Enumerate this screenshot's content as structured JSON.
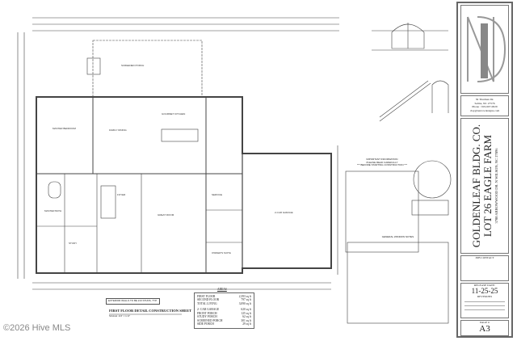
{
  "plan": {
    "rooms": [
      "SCREENED PORCH",
      "MASTER BEDROOM",
      "FAMILY DINING",
      "GOURMET KITCHEN",
      "MASTER BATH",
      "STUDY",
      "FOYER",
      "GREAT ROOM",
      "SERVICE",
      "2-CAR GARAGE",
      "OWNER'S SUITE"
    ],
    "wall_note": "EXTERIOR WALLS TO BE 2x6 STUDS, TYP.",
    "sheet_title": "FIRST FLOOR DETAIL CONSTRUCTION SHEET",
    "scale": "SCALE: 1/4\" = 1'-0\""
  },
  "areas": {
    "title": "AREAS",
    "rows": [
      {
        "label": "FIRST FLOOR",
        "value": "2,393 sq ft"
      },
      {
        "label": "SECOND FLOOR",
        "value": "797 sq ft"
      },
      {
        "label": "TOTAL LIVING",
        "value": "3,090 sq ft"
      },
      {
        "label": "2- CAR GARAGE",
        "value": "620 sq ft"
      },
      {
        "label": "FRONT PORCH",
        "value": "125 sq ft"
      },
      {
        "label": "STUDY PORCH",
        "value": "62 sq ft"
      },
      {
        "label": "SCREENED PORCH",
        "value": "301 sq ft"
      },
      {
        "label": "SIDE PORCH",
        "value": "29 sq ft"
      }
    ]
  },
  "notes": {
    "important_title": "IMPORTANT INFORMATION",
    "important_sub": "PLEASE READ CAREFULLY",
    "important_sub2": "*** BEFORE STARTING CONSTRUCTION ***",
    "window_notes": "GENERAL WINDOW NOTES"
  },
  "title_block": {
    "logo_text": "NARROW DESIGNS",
    "address1": "56 Thurman Dr.",
    "address2": "Selma, NC 27576",
    "phone": "Phone : 919-607-0029",
    "email": "clay@narrowdesigns.com",
    "builder": "GOLDENLEAF BLDG. CO.",
    "lot": "LOT 26 EAGLE FARM",
    "site_address": "3700 ARROWWOOD DR. N   WILSON, NC 27896",
    "job_contact": "JOB CONTACT",
    "release_label": "RELEASE DATE:",
    "release_date": "11-25-25",
    "revisions": "REVISIONS",
    "page_label": "PAGE #",
    "page": "A3"
  },
  "watermark": "©2026 Hive MLS"
}
